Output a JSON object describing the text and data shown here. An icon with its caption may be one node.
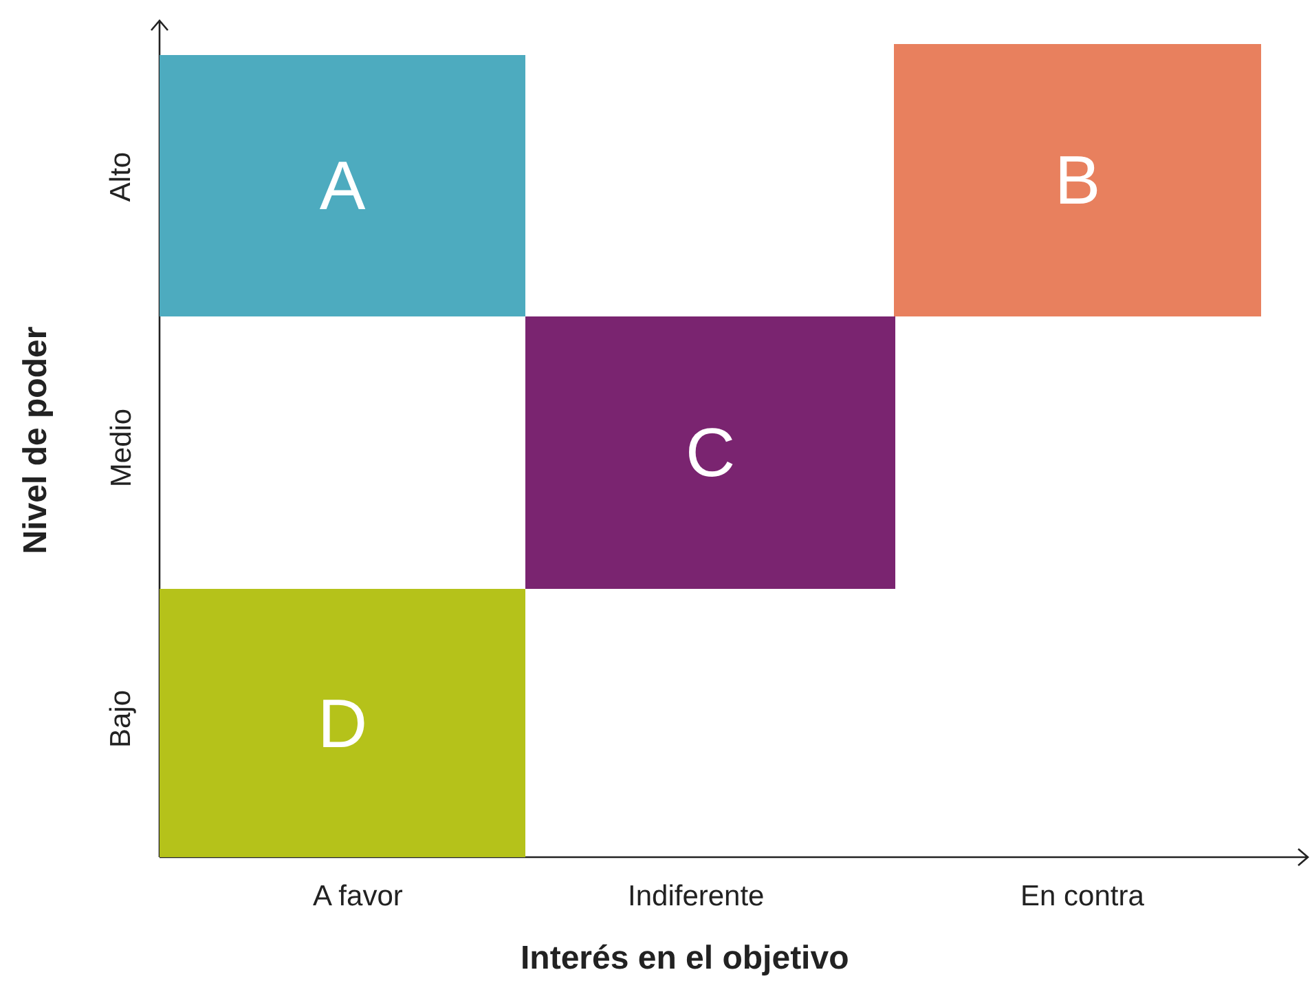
{
  "diagram": {
    "nodes": [
      {
        "text": [
          "A"
        ]
      },
      {
        "text": [
          "B"
        ]
      },
      {
        "text": [
          "C"
        ]
      },
      {
        "text": [
          "D"
        ]
      }
    ],
    "labels": [
      "Alto",
      "Medio",
      "Bajo",
      "Nivel de poder",
      "A favor",
      "Indiferente",
      "En contra",
      "Interés en el objetivo"
    ]
  }
}
